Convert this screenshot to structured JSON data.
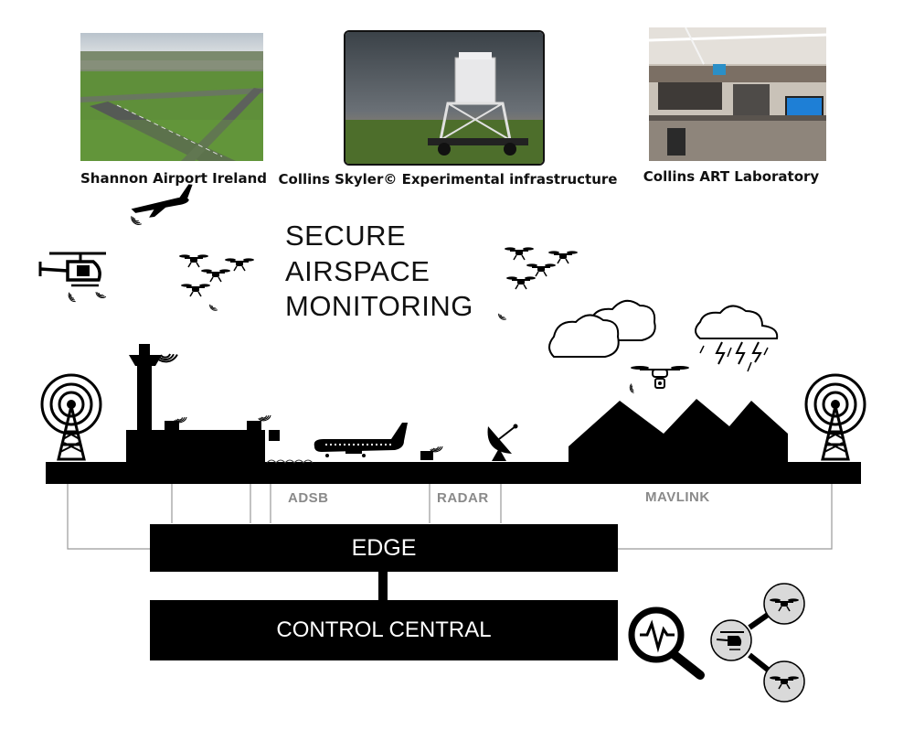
{
  "photos": {
    "airport_caption": "Shannon Airport Ireland",
    "skyler_caption": "Collins Skyler© Experimental infrastructure",
    "lab_caption": "Collins ART Laboratory"
  },
  "title": {
    "line1": "SECURE",
    "line2": "AIRSPACE",
    "line3": "MONITORING"
  },
  "protocols": {
    "adsb": "ADSB",
    "radar": "RADAR",
    "mavlink": "MAVLINK"
  },
  "boxes": {
    "edge": "EDGE",
    "control": "CONTROL CENTRAL"
  },
  "colors": {
    "silhouette": "#000000",
    "connector": "#9a9a9a",
    "protocol_text": "#8a8a8a",
    "icon_circle_fill": "#d9d9d9"
  },
  "icons": [
    "airplane-icon",
    "helicopter-icon",
    "drone-icon",
    "cloud-icon",
    "storm-cloud-icon",
    "radio-tower-icon",
    "control-tower-icon",
    "satellite-dish-icon",
    "magnifier-pulse-icon"
  ]
}
